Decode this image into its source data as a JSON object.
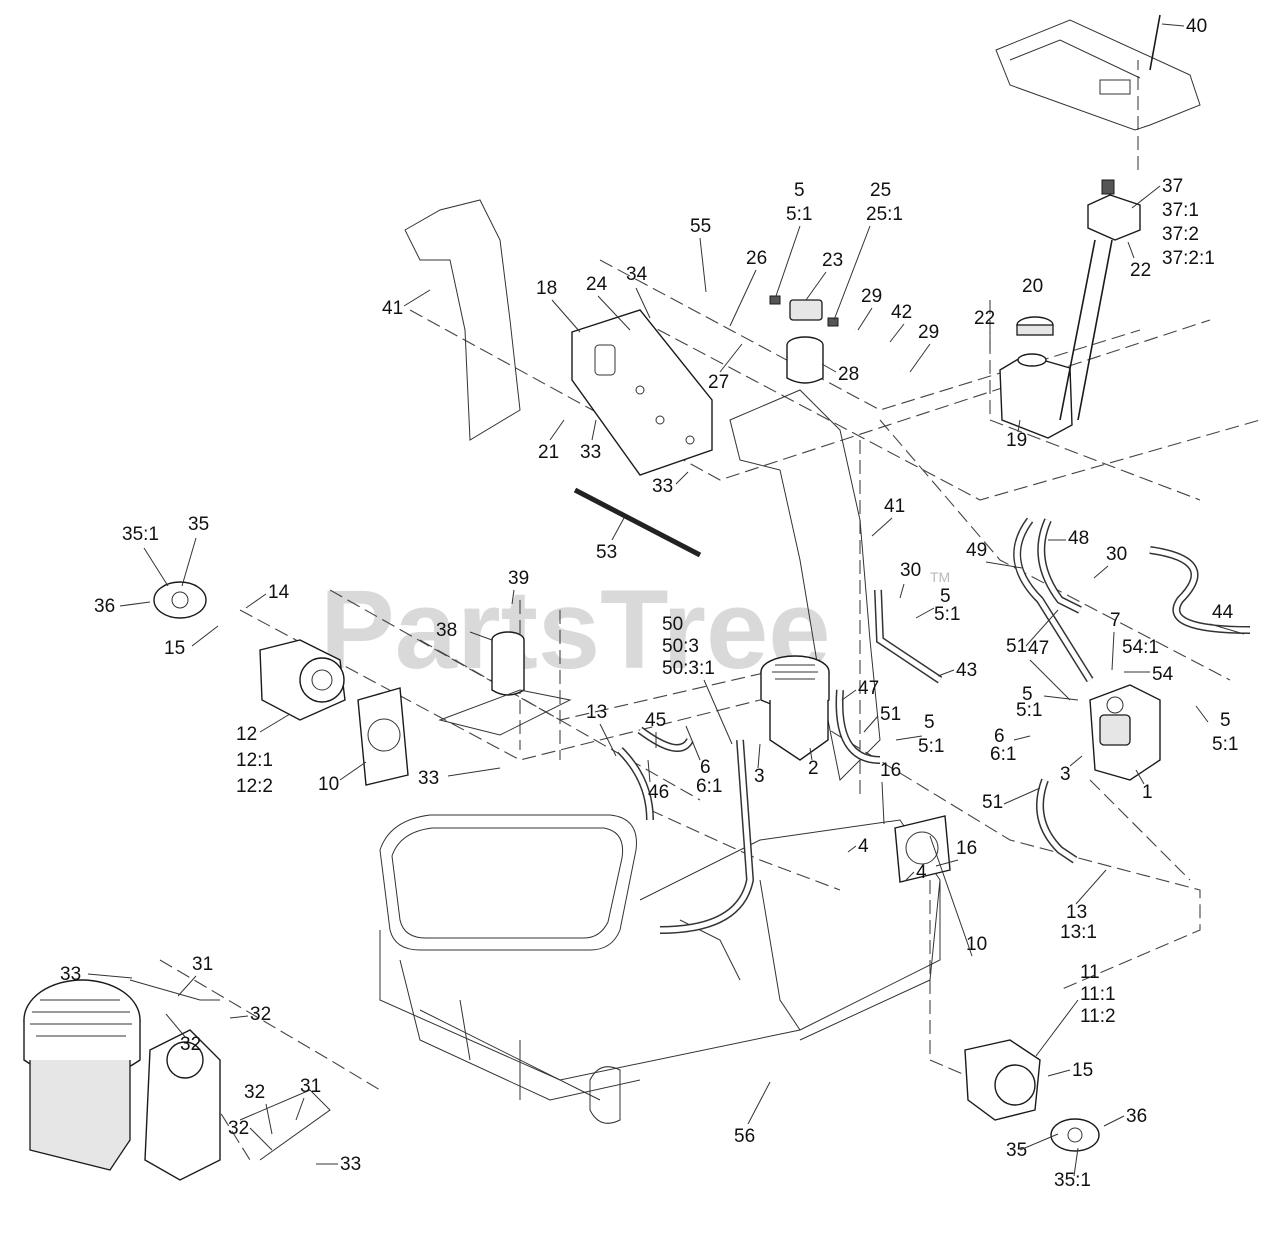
{
  "watermark": {
    "text": "PartsTree",
    "tm": "TM"
  },
  "callouts": [
    {
      "id": "c40",
      "lines": [
        "40"
      ]
    },
    {
      "id": "c37",
      "lines": [
        "37",
        "37:1",
        "37:2",
        "37:2:1"
      ]
    },
    {
      "id": "c22a",
      "lines": [
        "22"
      ]
    },
    {
      "id": "c20",
      "lines": [
        "20"
      ]
    },
    {
      "id": "c22b",
      "lines": [
        "22"
      ]
    },
    {
      "id": "c19",
      "lines": [
        "19"
      ]
    },
    {
      "id": "c5a",
      "lines": [
        "5",
        "5:1"
      ]
    },
    {
      "id": "c25",
      "lines": [
        "25",
        "25:1"
      ]
    },
    {
      "id": "c23",
      "lines": [
        "23"
      ]
    },
    {
      "id": "c29a",
      "lines": [
        "29"
      ]
    },
    {
      "id": "c42",
      "lines": [
        "42"
      ]
    },
    {
      "id": "c29b",
      "lines": [
        "29"
      ]
    },
    {
      "id": "c28",
      "lines": [
        "28"
      ]
    },
    {
      "id": "c26",
      "lines": [
        "26"
      ]
    },
    {
      "id": "c27",
      "lines": [
        "27"
      ]
    },
    {
      "id": "c55",
      "lines": [
        "55"
      ]
    },
    {
      "id": "c34",
      "lines": [
        "34"
      ]
    },
    {
      "id": "c24",
      "lines": [
        "24"
      ]
    },
    {
      "id": "c18",
      "lines": [
        "18"
      ]
    },
    {
      "id": "c41a",
      "lines": [
        "41"
      ]
    },
    {
      "id": "c21",
      "lines": [
        "21"
      ]
    },
    {
      "id": "c33a",
      "lines": [
        "33"
      ]
    },
    {
      "id": "c33b",
      "lines": [
        "33"
      ]
    },
    {
      "id": "c53",
      "lines": [
        "53"
      ]
    },
    {
      "id": "c41b",
      "lines": [
        "41"
      ]
    },
    {
      "id": "c49",
      "lines": [
        "49"
      ]
    },
    {
      "id": "c48",
      "lines": [
        "48"
      ]
    },
    {
      "id": "c30a",
      "lines": [
        "30"
      ]
    },
    {
      "id": "c44",
      "lines": [
        "44"
      ]
    },
    {
      "id": "c51a",
      "lines": [
        "51"
      ]
    },
    {
      "id": "c7",
      "lines": [
        "7"
      ]
    },
    {
      "id": "c54",
      "lines": [
        "54:1",
        "54"
      ]
    },
    {
      "id": "c5b",
      "lines": [
        "5",
        "5:1"
      ]
    },
    {
      "id": "c5c",
      "lines": [
        "5",
        "5:1"
      ]
    },
    {
      "id": "c6a",
      "lines": [
        "6",
        "6:1"
      ]
    },
    {
      "id": "c3a",
      "lines": [
        "3"
      ]
    },
    {
      "id": "c1",
      "lines": [
        "1"
      ]
    },
    {
      "id": "c51b",
      "lines": [
        "51"
      ]
    },
    {
      "id": "c30b",
      "lines": [
        "30"
      ]
    },
    {
      "id": "c5d",
      "lines": [
        "5",
        "5:1"
      ]
    },
    {
      "id": "c43",
      "lines": [
        "43"
      ]
    },
    {
      "id": "c47a",
      "lines": [
        "47"
      ]
    },
    {
      "id": "c47b",
      "lines": [
        "47"
      ]
    },
    {
      "id": "c51c",
      "lines": [
        "51"
      ]
    },
    {
      "id": "c5e",
      "lines": [
        "5",
        "5:1"
      ]
    },
    {
      "id": "c2",
      "lines": [
        "2"
      ]
    },
    {
      "id": "c3b",
      "lines": [
        "3"
      ]
    },
    {
      "id": "c50",
      "lines": [
        "50",
        "50:3",
        "50:3:1"
      ]
    },
    {
      "id": "c45",
      "lines": [
        "45"
      ]
    },
    {
      "id": "c13a",
      "lines": [
        "13"
      ]
    },
    {
      "id": "c46",
      "lines": [
        "46"
      ]
    },
    {
      "id": "c6b",
      "lines": [
        "6",
        "6:1"
      ]
    },
    {
      "id": "c16a",
      "lines": [
        "16"
      ]
    },
    {
      "id": "c4a",
      "lines": [
        "4"
      ]
    },
    {
      "id": "c16b",
      "lines": [
        "16"
      ]
    },
    {
      "id": "c4b",
      "lines": [
        "4"
      ]
    },
    {
      "id": "c13b",
      "lines": [
        "13",
        "13:1"
      ]
    },
    {
      "id": "c39",
      "lines": [
        "39"
      ]
    },
    {
      "id": "c38",
      "lines": [
        "38"
      ]
    },
    {
      "id": "c33c",
      "lines": [
        "33"
      ]
    },
    {
      "id": "c35a",
      "lines": [
        "35:1"
      ]
    },
    {
      "id": "c35b",
      "lines": [
        "35"
      ]
    },
    {
      "id": "c36a",
      "lines": [
        "36"
      ]
    },
    {
      "id": "c15a",
      "lines": [
        "15"
      ]
    },
    {
      "id": "c14",
      "lines": [
        "14"
      ]
    },
    {
      "id": "c12",
      "lines": [
        "12",
        "12:1",
        "12:2"
      ]
    },
    {
      "id": "c10a",
      "lines": [
        "10"
      ]
    },
    {
      "id": "c10b",
      "lines": [
        "10"
      ]
    },
    {
      "id": "c11",
      "lines": [
        "11",
        "11:1",
        "11:2"
      ]
    },
    {
      "id": "c15b",
      "lines": [
        "15"
      ]
    },
    {
      "id": "c36b",
      "lines": [
        "36"
      ]
    },
    {
      "id": "c35c",
      "lines": [
        "35"
      ]
    },
    {
      "id": "c35d",
      "lines": [
        "35:1"
      ]
    },
    {
      "id": "c56",
      "lines": [
        "56"
      ]
    },
    {
      "id": "c33d",
      "lines": [
        "33"
      ]
    },
    {
      "id": "c31a",
      "lines": [
        "31"
      ]
    },
    {
      "id": "c32a",
      "lines": [
        "32"
      ]
    },
    {
      "id": "c32b",
      "lines": [
        "32"
      ]
    },
    {
      "id": "c32c",
      "lines": [
        "32"
      ]
    },
    {
      "id": "c31b",
      "lines": [
        "31"
      ]
    },
    {
      "id": "c32d",
      "lines": [
        "32"
      ]
    },
    {
      "id": "c33e",
      "lines": [
        "33"
      ]
    }
  ]
}
